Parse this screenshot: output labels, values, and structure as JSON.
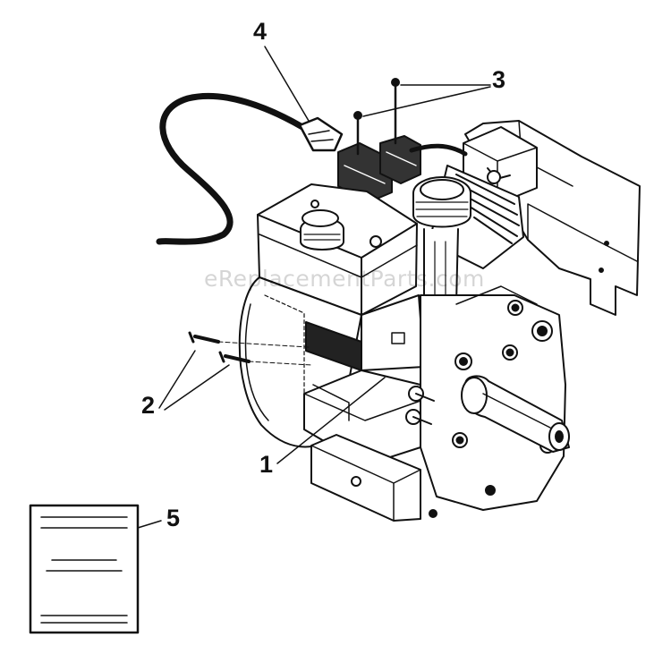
{
  "diagram": {
    "callouts": [
      {
        "id": "part-1",
        "label": "1"
      },
      {
        "id": "part-2",
        "label": "2"
      },
      {
        "id": "part-3",
        "label": "3"
      },
      {
        "id": "part-4",
        "label": "4"
      },
      {
        "id": "part-5",
        "label": "5"
      }
    ],
    "watermark": "eReplacementParts.com",
    "colors": {
      "ink": "#111111",
      "paper": "#ffffff"
    }
  }
}
